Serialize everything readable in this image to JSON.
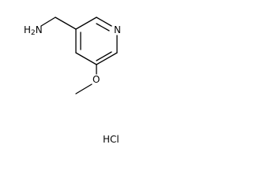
{
  "molecule": {
    "amine_label": "H2N",
    "amine_label_main": "H",
    "amine_label_sub": "2",
    "amine_label_tail": "N",
    "ring_nitrogen_label": "N",
    "ether_oxygen_label": "O",
    "salt_label": "HCl"
  }
}
